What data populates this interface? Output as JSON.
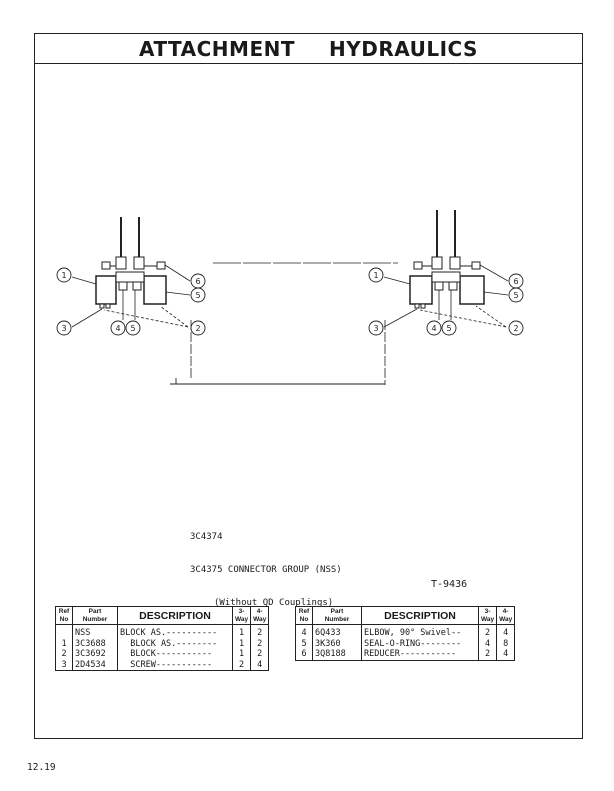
{
  "title": {
    "word1": "ATTACHMENT",
    "word2": "HYDRAULICS"
  },
  "diagram": {
    "callouts_left": [
      "1",
      "6",
      "5",
      "3",
      "4",
      "5",
      "2"
    ],
    "callouts_right": [
      "1",
      "6",
      "5",
      "3",
      "4",
      "5",
      "2"
    ]
  },
  "caption": {
    "line1": "3C4374",
    "line2": "3C4375 CONNECTOR GROUP (NSS)",
    "line3": "(Without QD Couplings)"
  },
  "figure_ref": "T-9436",
  "table_headers": {
    "ref_line1": "Ref",
    "ref_line2": "No",
    "part_line1": "Part",
    "part_line2": "Number",
    "description": "DESCRIPTION",
    "way3_line1": "3-",
    "way3_line2": "Way",
    "way4_line1": "4-",
    "way4_line2": "Way"
  },
  "table_left": [
    {
      "ref": "",
      "part": "NSS",
      "desc": "BLOCK AS.----------",
      "w3": "1",
      "w4": "2"
    },
    {
      "ref": "1",
      "part": "3C3688",
      "desc": "  BLOCK AS.--------",
      "w3": "1",
      "w4": "2"
    },
    {
      "ref": "2",
      "part": "3C3692",
      "desc": "  BLOCK-----------",
      "w3": "1",
      "w4": "2"
    },
    {
      "ref": "3",
      "part": "2D4534",
      "desc": "  SCREW-----------",
      "w3": "2",
      "w4": "4"
    }
  ],
  "table_right": [
    {
      "ref": "4",
      "part": "6Q433",
      "desc": "ELBOW, 90° Swivel--",
      "w3": "2",
      "w4": "4"
    },
    {
      "ref": "5",
      "part": "3K360",
      "desc": "SEAL-O-RING--------",
      "w3": "4",
      "w4": "8"
    },
    {
      "ref": "6",
      "part": "3Q8188",
      "desc": "REDUCER-----------",
      "w3": "2",
      "w4": "4"
    }
  ],
  "page_number": "12.19"
}
